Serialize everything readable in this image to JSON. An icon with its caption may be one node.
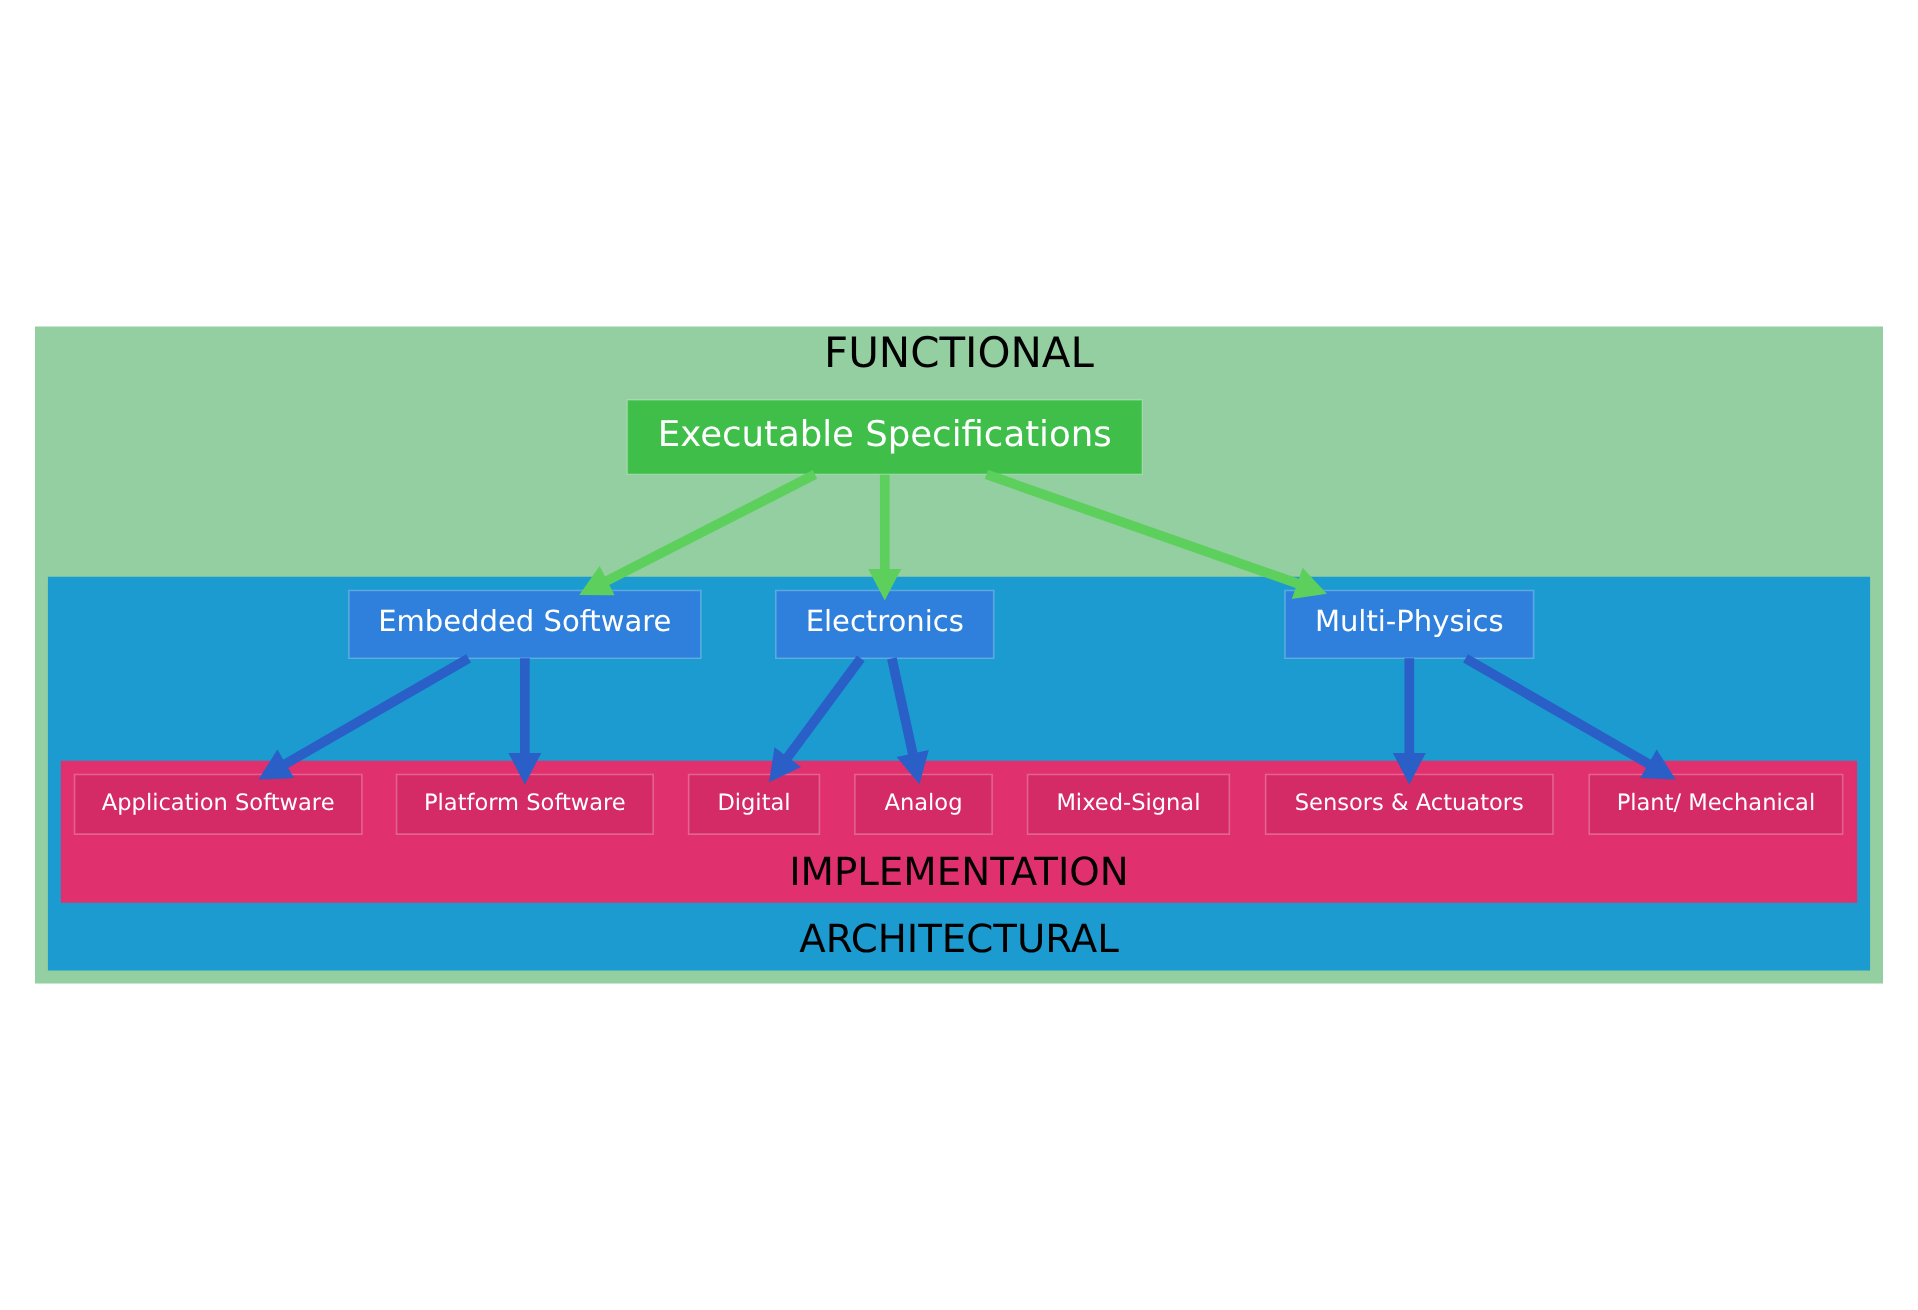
{
  "diagram": {
    "nodes": [
      {
        "text": [
          "FUNCTIONAL"
        ]
      },
      {
        "text": [
          "Executable Specifications"
        ],
        "in": 0
      },
      {
        "text": [
          "ARCHITECTURAL"
        ],
        "in": 0
      },
      {
        "text": [
          "Embedded Software"
        ],
        "in": 2
      },
      {
        "text": [
          "Electronics"
        ],
        "in": 2
      },
      {
        "text": [
          "Multi-Physics"
        ],
        "in": 2
      },
      {
        "text": [
          "IMPLEMENTATION"
        ],
        "in": 2
      },
      {
        "text": [
          "Application Software"
        ],
        "in": 6
      },
      {
        "text": [
          "Platform Software"
        ],
        "in": 6
      },
      {
        "text": [
          "Digital"
        ],
        "in": 6
      },
      {
        "text": [
          "Analog"
        ],
        "in": 6
      },
      {
        "text": [
          "Mixed-Signal"
        ],
        "in": 6
      },
      {
        "text": [
          "Sensors & Actuators"
        ],
        "in": 6
      },
      {
        "text": [
          "Plant/ Mechanical"
        ],
        "in": 6
      }
    ],
    "edges": [
      {
        "from": 1,
        "to": 3,
        "arrow": "to",
        "color": "#5ccf5c"
      },
      {
        "from": 1,
        "to": 4,
        "arrow": "to",
        "color": "#5ccf5c"
      },
      {
        "from": 1,
        "to": 5,
        "arrow": "to",
        "color": "#5ccf5c"
      },
      {
        "from": 3,
        "to": 7,
        "arrow": "to"
      },
      {
        "from": 3,
        "to": 8,
        "arrow": "to"
      },
      {
        "from": 4,
        "to": 9,
        "arrow": "to"
      },
      {
        "from": 4,
        "to": 10,
        "arrow": "to"
      },
      {
        "from": 5,
        "to": 12,
        "arrow": "to"
      },
      {
        "from": 5,
        "to": 13,
        "arrow": "to"
      }
    ]
  }
}
